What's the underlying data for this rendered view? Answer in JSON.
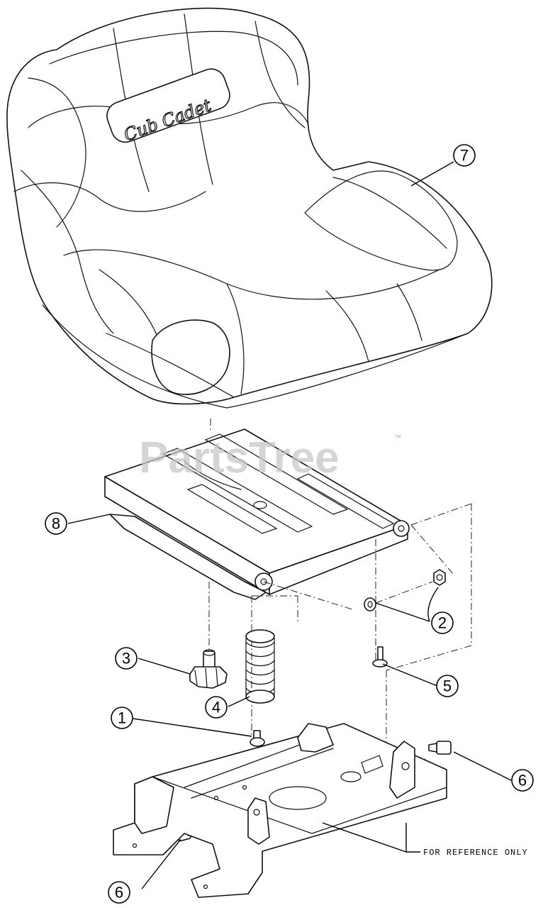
{
  "watermark": {
    "text": "PartsTree",
    "trademark": "™"
  },
  "seat_logo": "Cub Cadet",
  "callouts": [
    {
      "id": "c1",
      "number": "1"
    },
    {
      "id": "c2",
      "number": "2"
    },
    {
      "id": "c3",
      "number": "3"
    },
    {
      "id": "c4",
      "number": "4"
    },
    {
      "id": "c5",
      "number": "5"
    },
    {
      "id": "c6a",
      "number": "6"
    },
    {
      "id": "c6b",
      "number": "6"
    },
    {
      "id": "c7",
      "number": "7"
    },
    {
      "id": "c8",
      "number": "8"
    }
  ],
  "reference_note": "FOR REFERENCE ONLY"
}
